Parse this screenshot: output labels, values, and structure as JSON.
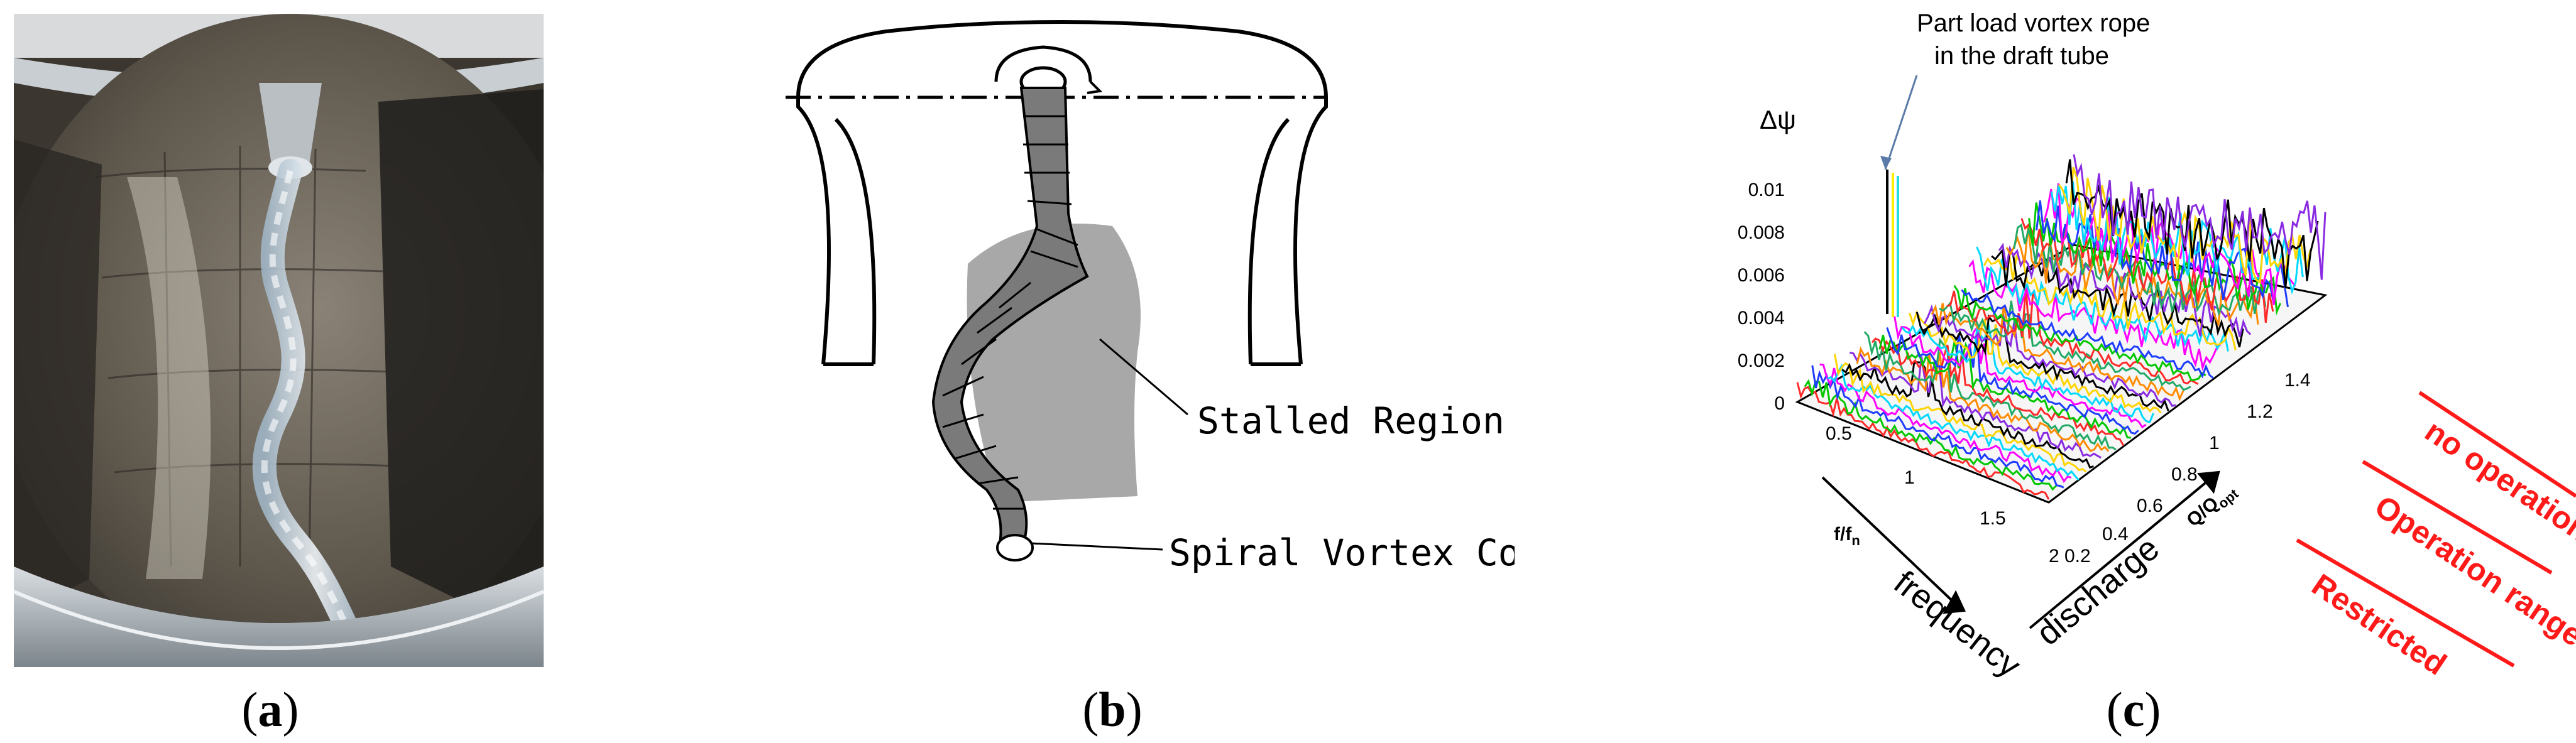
{
  "panels": {
    "a": {
      "label": "a",
      "description": "photo"
    },
    "b": {
      "label": "b",
      "labels": {
        "stalled": "Stalled Region",
        "spiral": "Spiral Vortex Core"
      }
    },
    "c": {
      "label": "c",
      "annotation_top_line1": "Part load vortex rope",
      "annotation_top_line2": "in the draft tube",
      "z_axis_label": "Δψ",
      "x_axis_label": "f/f",
      "x_axis_label_sub": "n",
      "y_axis_label": "Q/Q",
      "y_axis_label_sub": "opt",
      "x_axis_word": "frequency",
      "y_axis_word": "discharge",
      "z_ticks": [
        "0.01",
        "0.008",
        "0.006",
        "0.004",
        "0.002",
        "0"
      ],
      "x_ticks": [
        "0.5",
        "1",
        "1.5",
        "2"
      ],
      "y_ticks": [
        "0.2",
        "0.4",
        "0.6",
        "0.8",
        "1",
        "1.2",
        "1.4"
      ],
      "regions": {
        "no_operation": "no operation region",
        "operation": "Operation range",
        "restricted": "Restricted"
      },
      "colors": {
        "region_text": "#ff1a1a"
      }
    }
  }
}
